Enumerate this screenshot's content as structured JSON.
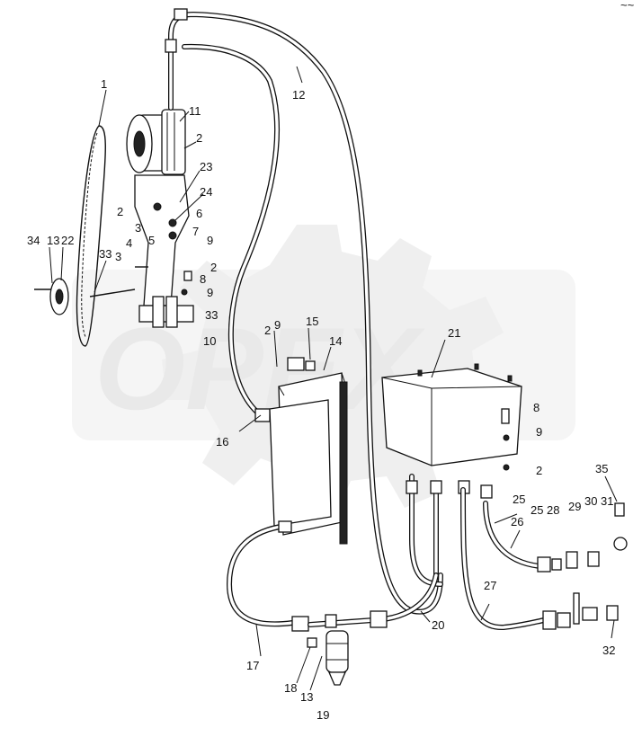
{
  "watermark": {
    "text": "OPEX"
  },
  "corner_mark": "~~",
  "callouts": [
    "1",
    "11",
    "2",
    "23",
    "24",
    "6",
    "2",
    "3",
    "5",
    "7",
    "9",
    "2",
    "8",
    "9",
    "33",
    "10",
    "34",
    "13",
    "22",
    "33",
    "3",
    "4",
    "12",
    "2",
    "9",
    "15",
    "14",
    "21",
    "8",
    "9",
    "2",
    "16",
    "25",
    "25",
    "28",
    "29",
    "30",
    "31",
    "35",
    "26",
    "27",
    "20",
    "17",
    "18",
    "13",
    "19",
    "32"
  ]
}
